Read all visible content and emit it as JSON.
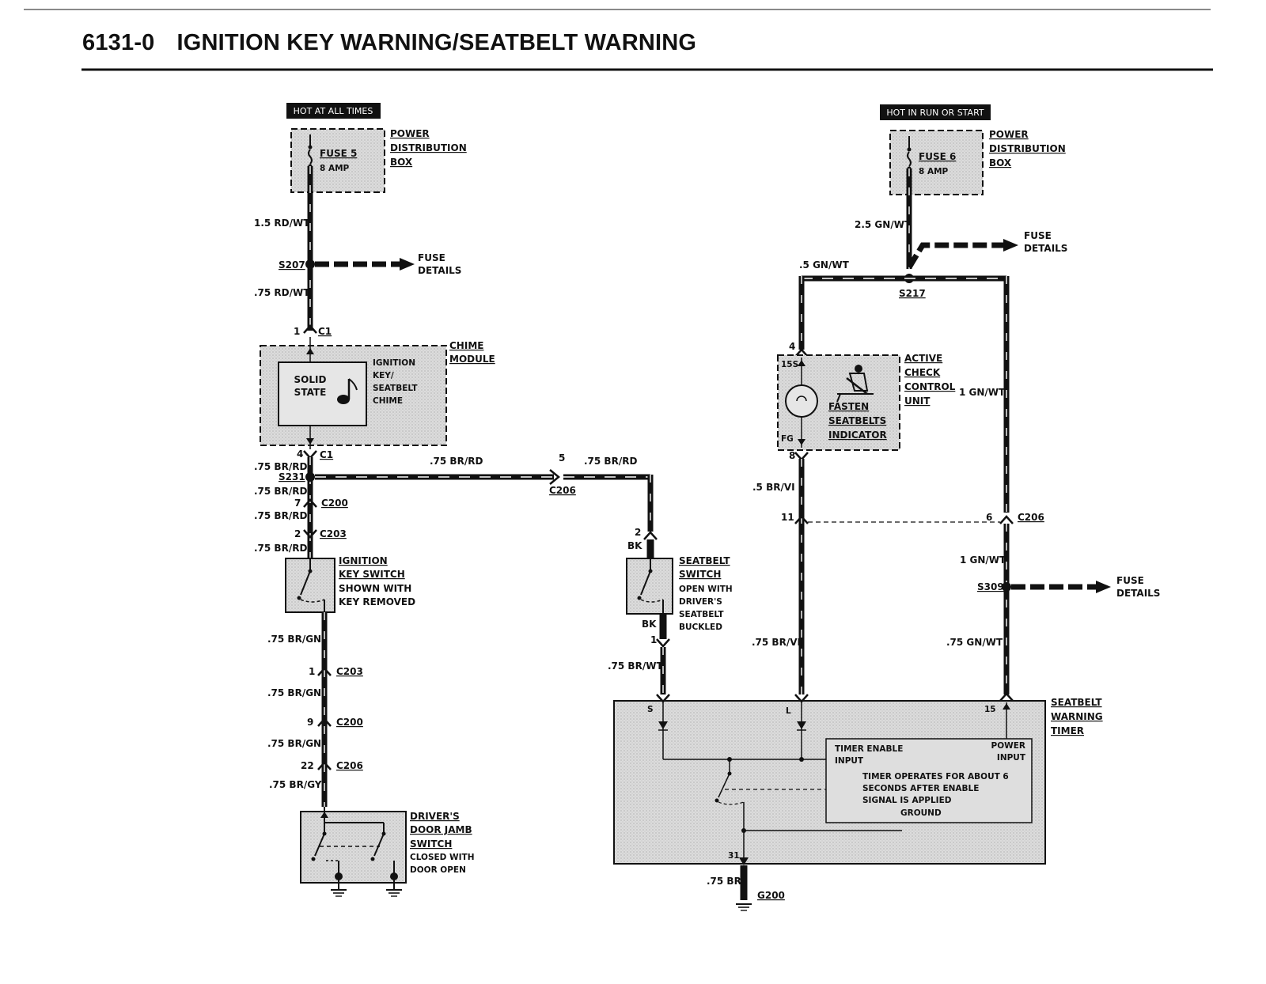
{
  "header": {
    "code": "6131-0",
    "title": "IGNITION KEY WARNING/SEATBELT WARNING"
  },
  "hot_labels": {
    "left": "HOT AT ALL TIMES",
    "right": "HOT IN RUN OR START"
  },
  "power_box_left": {
    "fuse": "FUSE 5",
    "amp": "8 AMP",
    "name": [
      "POWER",
      "DISTRIBUTION",
      "BOX"
    ]
  },
  "power_box_right": {
    "fuse": "FUSE 6",
    "amp": "8 AMP",
    "name": [
      "POWER",
      "DISTRIBUTION",
      "BOX"
    ]
  },
  "fuse_details": "FUSE DETAILS",
  "fuse_details_lines": [
    "FUSE",
    "DETAILS"
  ],
  "splices": {
    "s207": "S207",
    "s217": "S217",
    "s231": "S231",
    "s309": "S309"
  },
  "wires": {
    "w1": "1.5 RD/WT",
    "w2": ".75 RD/WT",
    "w3": ".75 BR/RD",
    "w4": ".75 BR/RD",
    "w5": ".75 BR/RD",
    "w6": ".75 BR/RD",
    "w7": ".75 BR/RD",
    "w8": ".75 BR/RD",
    "w9": ".75 BR/GN",
    "w10": ".75 BR/GN",
    "w11": ".75 BR/GN",
    "w12": ".75 BR/GY",
    "w13": "2.5 GN/WT",
    "w14": ".5 GN/WT",
    "w15": "1 GN/WT",
    "w16": ".5 BR/VI",
    "w17": "1 GN/WT",
    "w18": ".75 BR/VI",
    "w19": ".75 GN/WT",
    "w20": ".75 BR/WT",
    "w21": ".75 BR",
    "bk1": "BK",
    "bk2": "BK"
  },
  "connectors": {
    "c1_top": "C1",
    "c1_bot": "C1",
    "c200a": "C200",
    "c203a": "C203",
    "c203b": "C203",
    "c200b": "C200",
    "c206a": "C206",
    "c206b": "C206",
    "c206c": "C206"
  },
  "pins": {
    "p1": "1",
    "p4": "4",
    "p7": "7",
    "p2": "2",
    "p1b": "1",
    "p9": "9",
    "p22": "22",
    "p5": "5",
    "p2sb": "2",
    "p1sb": "1",
    "p4acc": "4",
    "p8acc": "8",
    "p11": "11",
    "p6": "6",
    "p15": "15",
    "pS": "S",
    "pL": "L",
    "p31": "31",
    "i15s": "15S",
    "fg": "FG"
  },
  "chime_module": {
    "name": [
      "CHIME",
      "MODULE"
    ],
    "solid_state": [
      "SOLID",
      "STATE"
    ],
    "desc": [
      "IGNITION",
      "KEY/",
      "SEATBELT",
      "CHIME"
    ]
  },
  "ignition_switch": {
    "name": [
      "IGNITION",
      "KEY SWITCH"
    ],
    "note": [
      "SHOWN WITH",
      "KEY REMOVED"
    ]
  },
  "door_switch": {
    "name": [
      "DRIVER'S",
      "DOOR JAMB",
      "SWITCH"
    ],
    "note": [
      "CLOSED WITH",
      "DOOR OPEN"
    ]
  },
  "seatbelt_switch": {
    "name": [
      "SEATBELT",
      "SWITCH"
    ],
    "note": [
      "OPEN WITH",
      "DRIVER'S",
      "SEATBELT",
      "BUCKLED"
    ]
  },
  "active_check": {
    "name": [
      "ACTIVE",
      "CHECK",
      "CONTROL",
      "UNIT"
    ],
    "indicator": [
      "FASTEN",
      "SEATBELTS",
      "INDICATOR"
    ]
  },
  "timer": {
    "name": [
      "SEATBELT",
      "WARNING",
      "TIMER"
    ],
    "enable": [
      "TIMER ENABLE",
      "INPUT"
    ],
    "power": [
      "POWER",
      "INPUT"
    ],
    "desc": [
      "TIMER OPERATES FOR ABOUT 6",
      "SECONDS AFTER ENABLE",
      "SIGNAL IS APPLIED"
    ],
    "ground": "GROUND"
  },
  "ground": "G200",
  "colors": {
    "ink": "#111111",
    "shade": "#d6d6d6"
  }
}
